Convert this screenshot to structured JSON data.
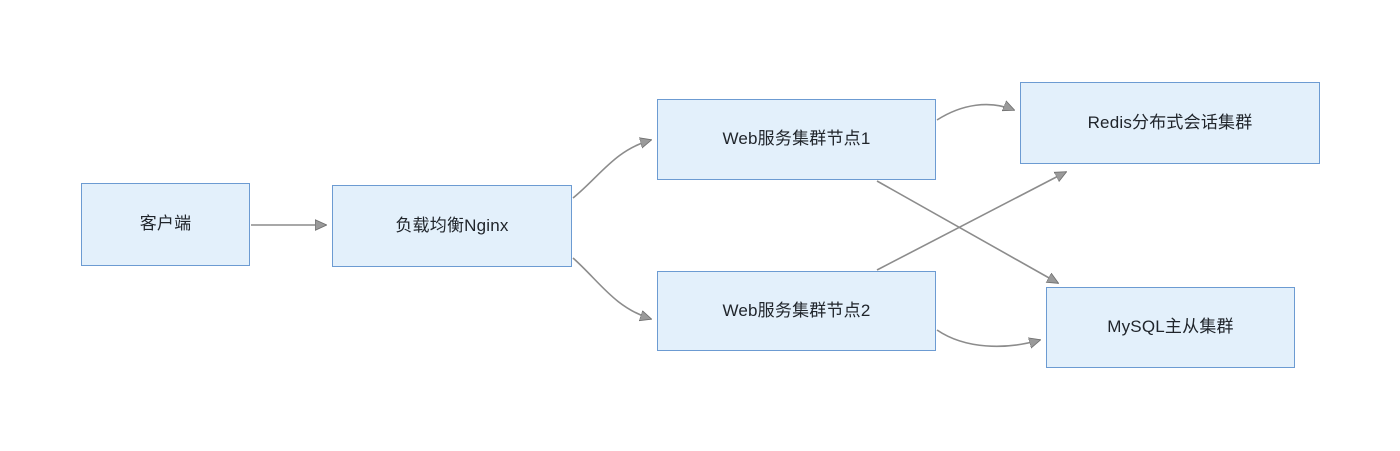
{
  "diagram": {
    "type": "architecture-flow",
    "background_color": "#ffffff",
    "node_fill_color": "#e3f0fb",
    "node_border_color": "#6c9bd2",
    "connector_color": "#8c8c8c",
    "label_color": "#20252b",
    "nodes": [
      {
        "id": "client",
        "label": "客户端"
      },
      {
        "id": "nginx",
        "label": "负载均衡Nginx"
      },
      {
        "id": "web1",
        "label": "Web服务集群节点1"
      },
      {
        "id": "web2",
        "label": "Web服务集群节点2"
      },
      {
        "id": "redis",
        "label": "Redis分布式会话集群"
      },
      {
        "id": "mysql",
        "label": "MySQL主从集群"
      }
    ],
    "edges": [
      {
        "from": "client",
        "to": "nginx",
        "style": "straight",
        "arrow": true
      },
      {
        "from": "nginx",
        "to": "web1",
        "style": "curved",
        "arrow": true
      },
      {
        "from": "nginx",
        "to": "web2",
        "style": "curved",
        "arrow": true
      },
      {
        "from": "web1",
        "to": "redis",
        "style": "curved",
        "arrow": true
      },
      {
        "from": "web1",
        "to": "mysql",
        "style": "straight",
        "arrow": true
      },
      {
        "from": "web2",
        "to": "redis",
        "style": "straight",
        "arrow": true
      },
      {
        "from": "web2",
        "to": "mysql",
        "style": "curved",
        "arrow": true
      }
    ]
  }
}
